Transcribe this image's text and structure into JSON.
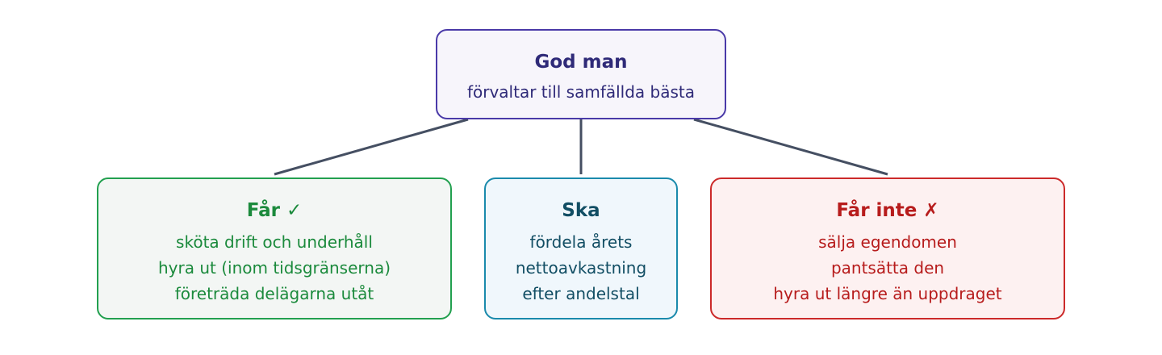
{
  "colors": {
    "connector": "#454f62",
    "root_border": "#4a3aa8",
    "allowed": "#1b8a3c",
    "shall": "#124e64",
    "forbidden": "#b71c1c"
  },
  "root": {
    "title": "God man",
    "subtitle": "förvaltar till samfällda bästa"
  },
  "branches": [
    {
      "title": "Får ✓",
      "lines": [
        "sköta drift och underhåll",
        "hyra ut (inom tidsgränserna)",
        "företräda delägarna utåt"
      ]
    },
    {
      "title": "Ska",
      "lines": [
        "fördela årets",
        "nettoavkastning",
        "efter andelstal"
      ]
    },
    {
      "title": "Får inte ✗",
      "lines": [
        "sälja egendomen",
        "pantsätta den",
        "hyra ut längre än uppdraget"
      ]
    }
  ]
}
